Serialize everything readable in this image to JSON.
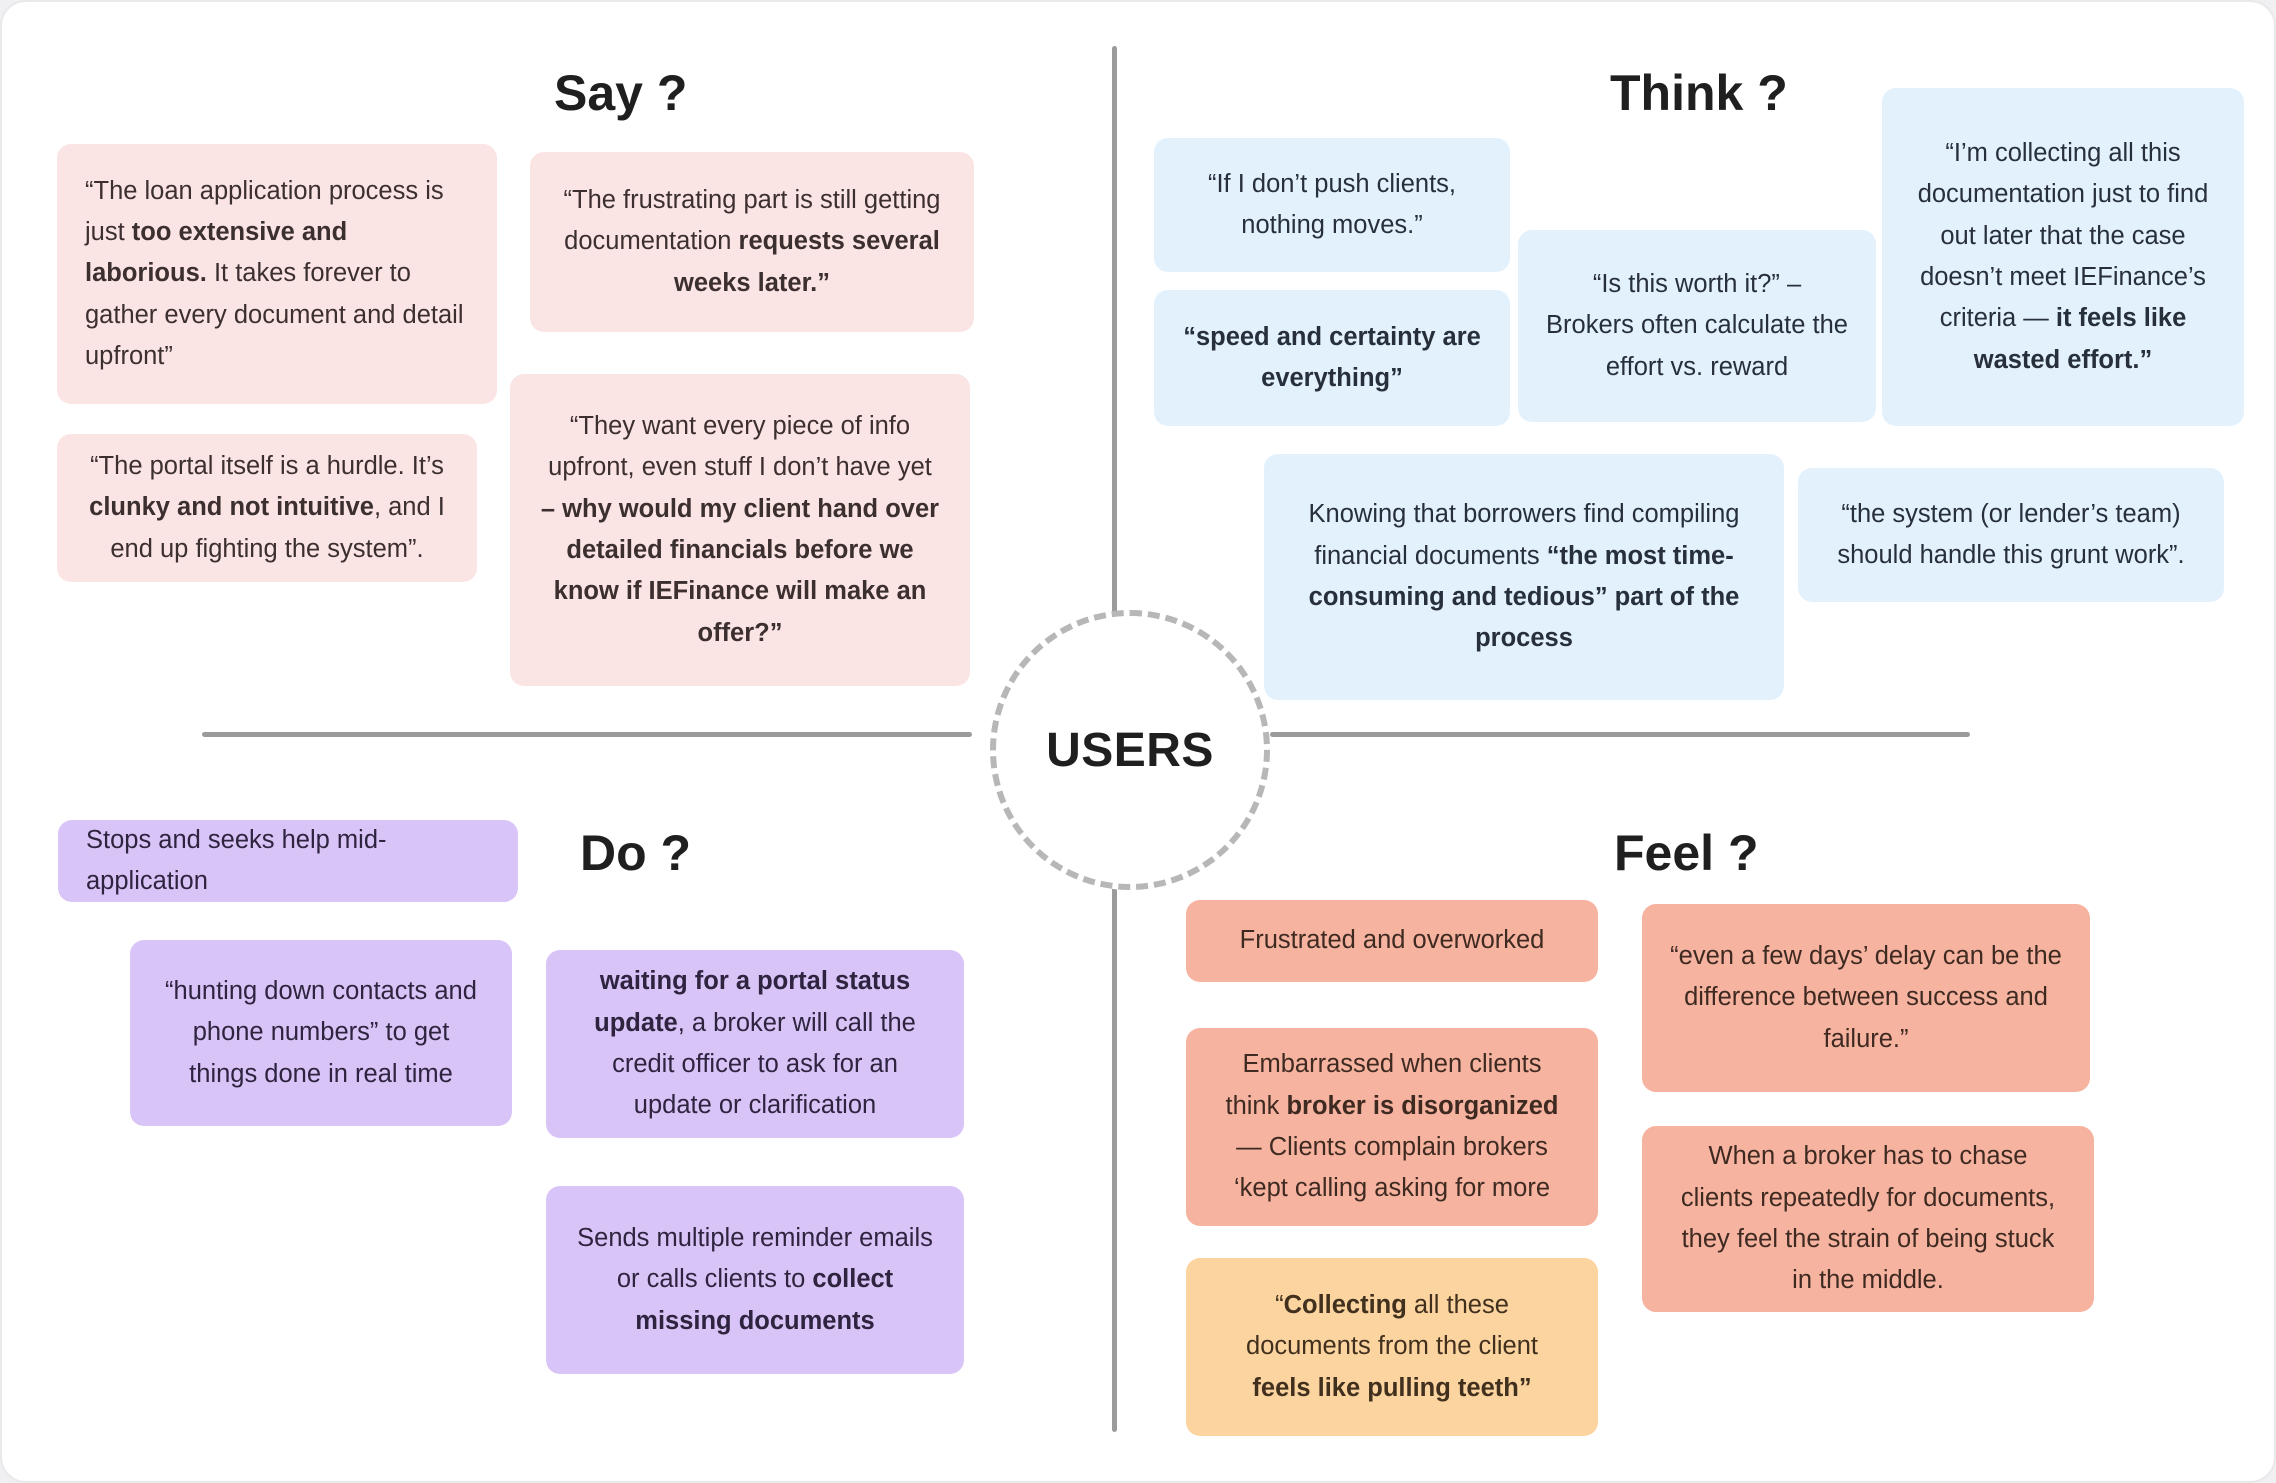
{
  "diagram": {
    "center_label": "USERS",
    "type": "empathy-map"
  },
  "quadrants": {
    "say": {
      "title": "Say ?",
      "color": "#fbe4e4",
      "cards": [
        {
          "name": "say-card-loan-application",
          "html": "“The loan application process is just <b>too extensive and laborious.</b> It takes forever to gather every document and detail upfront”",
          "text": "“The loan application process is just too extensive and laborious. It takes forever to gather every document and detail upfront”"
        },
        {
          "name": "say-card-portal-hurdle",
          "html": "“The portal itself is a hurdle. It’s <b>clunky and not intuitive</b>, and I end up fighting the system”.",
          "text": "“The portal itself is a hurdle. It’s clunky and not intuitive, and I end up fighting the system”."
        },
        {
          "name": "say-card-frustrating-part",
          "html": "“The frustrating part is still getting documentation <b>requests several weeks later.”</b>",
          "text": "“The frustrating part is still getting documentation requests several weeks later.”"
        },
        {
          "name": "say-card-every-piece-of-info",
          "html": "“They want every piece of info upfront, even stuff I don’t have yet <b>– why would my client hand over detailed financials before we know if IEFinance will make an offer?”</b>",
          "text": "“They want every piece of info upfront, even stuff I don’t have yet – why would my client hand over detailed financials before we know if IEFinance will make an offer?”"
        }
      ]
    },
    "think": {
      "title": "Think ?",
      "color": "#e3f1fd",
      "cards": [
        {
          "name": "think-card-push-clients",
          "html": "“If I don’t push clients, nothing moves.”",
          "text": "“If I don’t push clients, nothing moves.”"
        },
        {
          "name": "think-card-speed-certainty",
          "html": "<b>“speed and certainty are everything”</b>",
          "text": "“speed and certainty are everything”"
        },
        {
          "name": "think-card-is-this-worth-it",
          "html": "“Is this worth it?” – Brokers often calculate the effort vs. reward",
          "text": "“Is this worth it?” – Brokers often calculate the effort vs. reward"
        },
        {
          "name": "think-card-collecting-documentation",
          "html": "“I’m collecting all this documentation just to find out later that the case doesn’t meet IEFinance’s criteria — <b>it feels like wasted effort.”</b>",
          "text": "“I’m collecting all this documentation just to find out later that the case doesn’t meet IEFinance’s criteria — it feels like wasted effort.”"
        },
        {
          "name": "think-card-most-time-consuming",
          "html": "Knowing that borrowers find compiling financial documents <b>“the most time-consuming and tedious” part of the process</b>",
          "text": "Knowing that borrowers find compiling financial documents “the most time-consuming and tedious” part of the process"
        },
        {
          "name": "think-card-grunt-work",
          "html": "“the system (or lender’s team) should handle this grunt work”.",
          "text": "“the system (or lender’s team) should handle this grunt work”."
        }
      ]
    },
    "do": {
      "title": "Do ?",
      "color": "#d9c4f7",
      "cards": [
        {
          "name": "do-card-stops-seeks-help",
          "html": "Stops and seeks help mid-application",
          "text": "Stops and seeks help mid-application"
        },
        {
          "name": "do-card-hunting-contacts",
          "html": "“hunting down contacts and phone numbers” to get things done in real time",
          "text": "“hunting down contacts and phone numbers” to get things done in real time"
        },
        {
          "name": "do-card-portal-status-update",
          "html": "<b>waiting for a portal status update</b>, a broker will call the credit officer to ask for an update or clarification",
          "text": "waiting for a portal status update, a broker will call the credit officer to ask for an update or clarification"
        },
        {
          "name": "do-card-reminder-emails",
          "html": "Sends multiple reminder emails or calls clients to <b>collect missing documents</b>",
          "text": "Sends multiple reminder emails or calls clients to collect missing documents"
        }
      ]
    },
    "feel": {
      "title": "Feel ?",
      "color": "#f6b4a0",
      "cards": [
        {
          "name": "feel-card-frustrated-overworked",
          "html": "Frustrated and overworked",
          "text": "Frustrated and overworked"
        },
        {
          "name": "feel-card-embarrassed-disorganized",
          "html": "Embarrassed when clients think <b>broker is disorganized</b> — Clients complain brokers ‘kept calling asking for more",
          "text": "Embarrassed when clients think broker is disorganized — Clients complain brokers ‘kept calling asking for more"
        },
        {
          "name": "feel-card-pulling-teeth",
          "html": "“<b>Collecting</b> all these documents from the client <b>feels like pulling teeth”</b>",
          "text": "“Collecting all these documents from the client feels like pulling teeth”"
        },
        {
          "name": "feel-card-few-days-delay",
          "html": "“even a few days’ delay can be the difference between success and failure.”",
          "text": "“even a few days’ delay can be the difference between success and failure.”"
        },
        {
          "name": "feel-card-stuck-in-middle",
          "html": "When a broker has to chase clients repeatedly for documents, they feel the strain of being stuck in the middle.",
          "text": "When a broker has to chase clients repeatedly for documents, they feel the strain of being stuck in the middle."
        }
      ]
    }
  }
}
